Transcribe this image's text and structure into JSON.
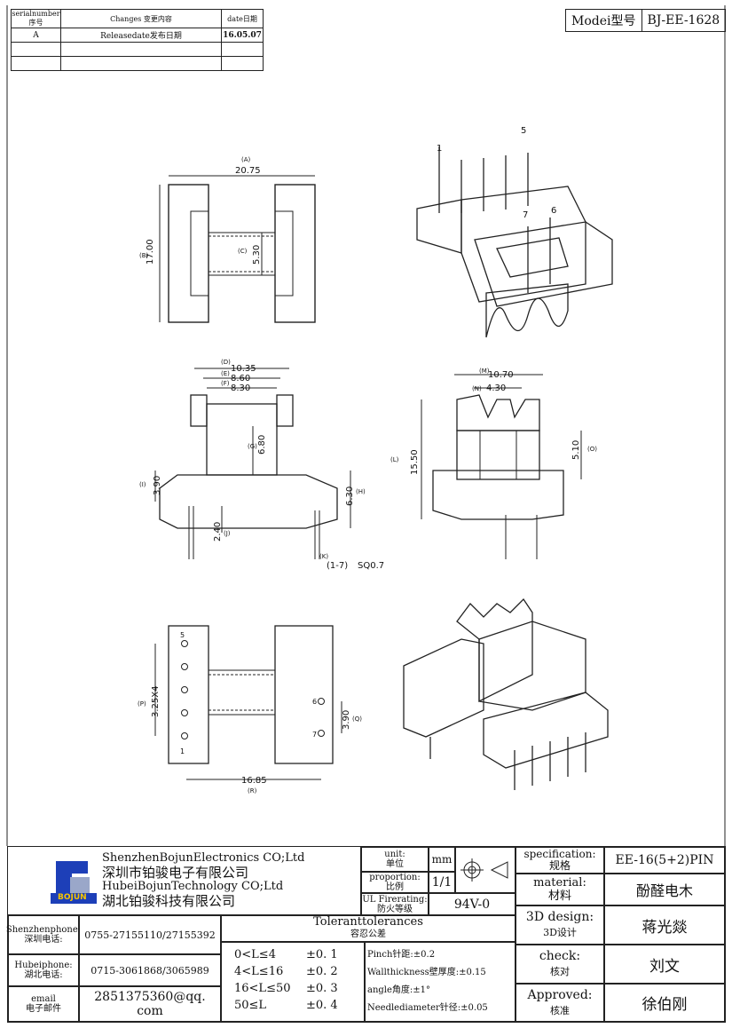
{
  "revision_table": {
    "headers": [
      "serialnumber序号",
      "Changes 变更内容",
      "date日期"
    ],
    "rows": [
      [
        "A",
        "Releasedate发布日期",
        "16.05.07"
      ],
      [
        "",
        "",
        ""
      ],
      [
        "",
        "",
        ""
      ]
    ]
  },
  "model": {
    "label": "Modei型号",
    "value": "BJ-EE-1628"
  },
  "dimensions": {
    "A": "20.75",
    "B": "17.00",
    "C": "5.30",
    "D": "10.35",
    "E": "8.60",
    "F": "8.30",
    "G": "6.80",
    "I": "3.90",
    "H": "6.30",
    "J": "2.40",
    "K": "(1-7)",
    "pin_sq": "SQ0.7",
    "M": "10.70",
    "N": "4.30",
    "L": "15.50",
    "O": "5.10",
    "P": "3.25X4",
    "Q": "3.90",
    "R": "16.85"
  },
  "letters": [
    "(A)",
    "(B)",
    "(C)",
    "(D)",
    "(E)",
    "(F)",
    "(G)",
    "(I)",
    "(H)",
    "(J)",
    "(K)",
    "(M)",
    "(N)",
    "(L)",
    "(O)",
    "(P)",
    "(Q)",
    "(R)"
  ],
  "pin_numbers": [
    "1",
    "5",
    "7",
    "6"
  ],
  "title_block": {
    "company_en_1": "ShenzhenBojunElectronics CO;Ltd",
    "company_cn_1": "深圳市铂骏电子有限公司",
    "company_en_2": "HubeiBojunTechnology CO;Ltd",
    "company_cn_2": "湖北铂骏科技有限公司",
    "logo_text": "BOJUN",
    "unit_label": "unit:",
    "unit_label_cn": "单位",
    "unit_value": "mm",
    "proportion_label": "proportion:",
    "proportion_label_cn": "比例",
    "proportion_value": "1/1",
    "ul_label": "UL Firerating:",
    "ul_label_cn": "防火等级",
    "ul_value": "94V-0",
    "spec_label": "specification:",
    "spec_label_cn": "规格",
    "spec_value": "EE-16(5+2)PIN",
    "material_label": "material:",
    "material_label_cn": "材料",
    "material_value": "酚醛电木",
    "design_label": "3D design:",
    "design_label_cn": "3D设计",
    "design_value": "蒋光燚",
    "check_label": "check:",
    "check_label_cn": "核对",
    "check_value": "刘文",
    "approved_label": "Approved:",
    "approved_label_cn": "核准",
    "approved_value": "徐伯刚",
    "contacts": [
      {
        "label": "Shenzhenphone:",
        "label_cn": "深圳电话:",
        "value": "0755-27155110/27155392"
      },
      {
        "label": "Hubeiphone:",
        "label_cn": "湖北电话:",
        "value": "0715-3061868/3065989"
      },
      {
        "label": "email",
        "label_cn": "电子邮件",
        "value": "2851375360@qq. com"
      }
    ],
    "tolerance_title": "Toleranttolerances",
    "tolerance_title_cn": "容忍公差",
    "tolerances": [
      {
        "range": "0<L≤4",
        "value": "±0. 1"
      },
      {
        "range": "4<L≤16",
        "value": "±0. 2"
      },
      {
        "range": "16<L≤50",
        "value": "±0. 3"
      },
      {
        "range": "50≤L",
        "value": "±0. 4"
      }
    ],
    "notes": [
      "Pinch针距:±0.2",
      "Wallthickness壁厚度:±0.15",
      "angle角度:±1°",
      "Needlediameter针径:±0.05"
    ]
  }
}
